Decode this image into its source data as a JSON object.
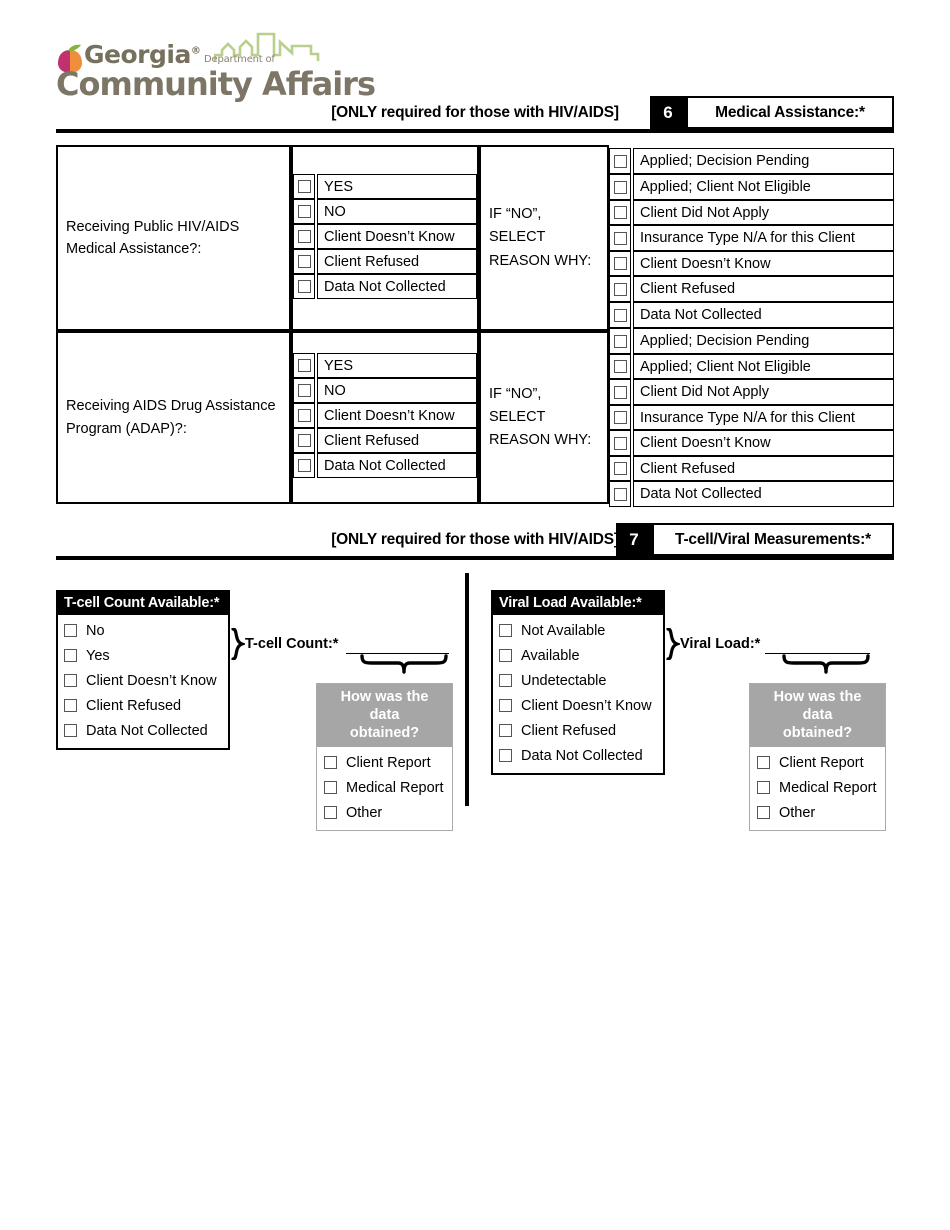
{
  "logo": {
    "name_top": "Georgia",
    "registered_mark": "®",
    "department_of": "Department of",
    "name_bottom": "Community Affairs",
    "skyline_icon": "city-skyline-icon",
    "peach_icon": "georgia-peach-icon"
  },
  "section6": {
    "note": "[ONLY required for those with HIV/AIDS]",
    "number": "6",
    "title": "Medical Assistance:*",
    "rows": [
      {
        "question": "Receiving Public HIV/AIDS Medical Assistance?:",
        "question_line1": "Receiving Public HIV/AIDS",
        "question_line2": "Medical Assistance?:",
        "options": [
          "YES",
          "NO",
          "Client Doesn’t Know",
          "Client Refused",
          "Data Not Collected"
        ],
        "reason_prompt_line1": "IF “NO”, SELECT",
        "reason_prompt_line2": "REASON WHY:",
        "reasons": [
          "Applied; Decision Pending",
          "Applied; Client Not Eligible",
          "Client Did Not Apply",
          "Insurance Type N/A for this Client",
          "Client Doesn’t Know",
          "Client Refused",
          "Data Not Collected"
        ]
      },
      {
        "question": "Receiving AIDS Drug Assistance Program (ADAP)?:",
        "question_line1": "Receiving AIDS Drug Assistance",
        "question_line2": "Program (ADAP)?:",
        "options": [
          "YES",
          "NO",
          "Client Doesn’t Know",
          "Client Refused",
          "Data Not Collected"
        ],
        "reason_prompt_line1": "IF “NO”, SELECT",
        "reason_prompt_line2": "REASON WHY:",
        "reasons": [
          "Applied; Decision Pending",
          "Applied; Client Not Eligible",
          "Client Did Not Apply",
          "Insurance Type N/A for this Client",
          "Client Doesn’t Know",
          "Client Refused",
          "Data Not Collected"
        ]
      }
    ]
  },
  "section7": {
    "note": "[ONLY required for those with HIV/AIDS]",
    "number": "7",
    "title": "T-cell/Viral Measurements:*",
    "tcell": {
      "availability_header": "T-cell Count Available:*",
      "availability_options": [
        "No",
        "Yes",
        "Client Doesn’t Know",
        "Client Refused",
        "Data Not Collected"
      ],
      "field_label": "T-cell Count:*",
      "field_value": "",
      "how_header_line1": "How was the data",
      "how_header_line2": "obtained?",
      "how_options": [
        "Client Report",
        "Medical Report",
        "Other"
      ]
    },
    "viral": {
      "availability_header": "Viral Load Available:*",
      "availability_options": [
        "Not Available",
        "Available",
        "Undetectable",
        "Client Doesn’t Know",
        "Client Refused",
        "Data Not Collected"
      ],
      "field_label": "Viral Load:*",
      "field_value": "",
      "how_header_line1": "How was the data",
      "how_header_line2": "obtained?",
      "how_options": [
        "Client Report",
        "Medical Report",
        "Other"
      ]
    }
  },
  "colors": {
    "banner_black": "#000000",
    "how_header_gray": "#a6a6a6",
    "logo_brown": "#7d7667",
    "logo_green": "#b9cf8e"
  }
}
